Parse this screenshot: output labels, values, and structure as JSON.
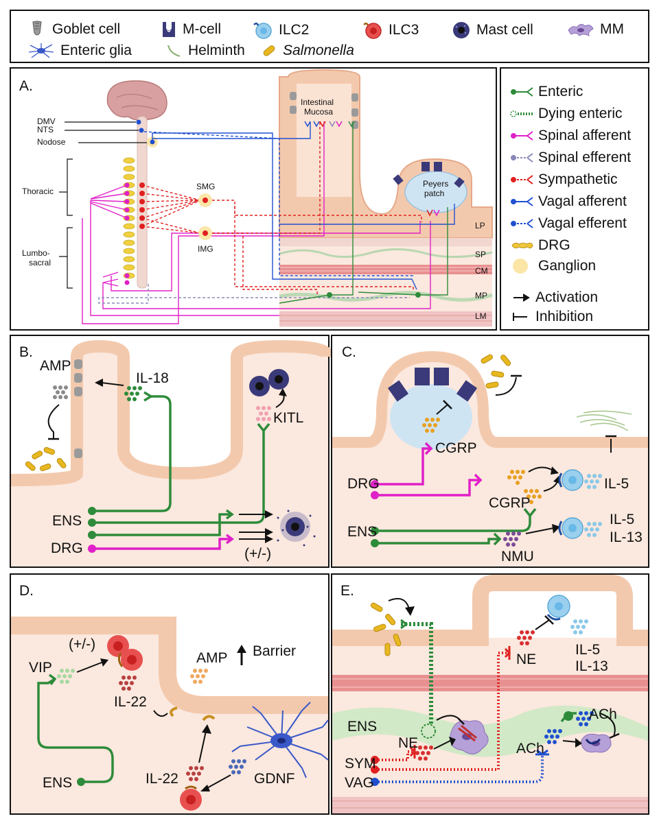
{
  "legend": {
    "items": [
      {
        "label": "Goblet cell",
        "icon": "goblet-cell-icon"
      },
      {
        "label": "M-cell",
        "icon": "m-cell-icon"
      },
      {
        "label": "ILC2",
        "icon": "ilc2-icon"
      },
      {
        "label": "ILC3",
        "icon": "ilc3-icon"
      },
      {
        "label": "Mast cell",
        "icon": "mast-cell-icon"
      },
      {
        "label": "MM",
        "icon": "macrophage-icon"
      },
      {
        "label": "Enteric glia",
        "icon": "enteric-glia-icon"
      },
      {
        "label": "Helminth",
        "icon": "helminth-icon"
      },
      {
        "label": "Salmonella",
        "icon": "salmonella-icon"
      }
    ]
  },
  "panelA": {
    "letter": "A.",
    "dmv": "DMV",
    "nts": "NTS",
    "nodose": "Nodose",
    "thoracic": "Thoracic",
    "lumbo1": "Lumbo-",
    "lumbo2": "sacral",
    "smg": "SMG",
    "img": "IMG",
    "mucosa1": "Intestinal",
    "mucosa2": "Mucosa",
    "peyers1": "Peyers",
    "peyers2": "patch",
    "layers": [
      "LP",
      "SP",
      "CM",
      "MP",
      "LM"
    ]
  },
  "key": {
    "items": [
      {
        "label": "Enteric",
        "color": "#2e8b3a"
      },
      {
        "label": "Dying enteric",
        "color": "#2e8b3a"
      },
      {
        "label": "Spinal afferent",
        "color": "#e020c8"
      },
      {
        "label": "Spinal efferent",
        "color": "#8888bb"
      },
      {
        "label": "Sympathetic",
        "color": "#e02020"
      },
      {
        "label": "Vagal afferent",
        "color": "#2050d0"
      },
      {
        "label": "Vagal efferent",
        "color": "#2050d0"
      },
      {
        "label": "DRG",
        "color": "#e8b820"
      },
      {
        "label": "Ganglion",
        "color": "#fbe6a8"
      },
      {
        "label": "Activation",
        "color": "#111111"
      },
      {
        "label": "Inhibition",
        "color": "#111111"
      }
    ]
  },
  "panelB": {
    "letter": "B.",
    "amp": "AMP",
    "il18": "IL-18",
    "kitl": "KITL",
    "ens": "ENS",
    "drg": "DRG",
    "pm": "(+/-)"
  },
  "panelC": {
    "letter": "C.",
    "cgrp1": "CGRP",
    "cgrp2": "CGRP",
    "drg": "DRG",
    "ens": "ENS",
    "il5a": "IL-5",
    "il5b": "IL-5",
    "il13": "IL-13",
    "nmu": "NMU"
  },
  "panelD": {
    "letter": "D.",
    "vip": "VIP",
    "pm": "(+/-)",
    "il22a": "IL-22",
    "il22b": "IL-22",
    "amp": "AMP",
    "barrier": "Barrier",
    "gdnf": "GDNF",
    "ens": "ENS"
  },
  "panelE": {
    "letter": "E.",
    "ne1": "NE",
    "ne2": "NE",
    "il5": "IL-5",
    "il13": "IL-13",
    "ens": "ENS",
    "sym": "SYM",
    "vag": "VAG",
    "ach1": "ACh",
    "ach2": "ACh"
  }
}
